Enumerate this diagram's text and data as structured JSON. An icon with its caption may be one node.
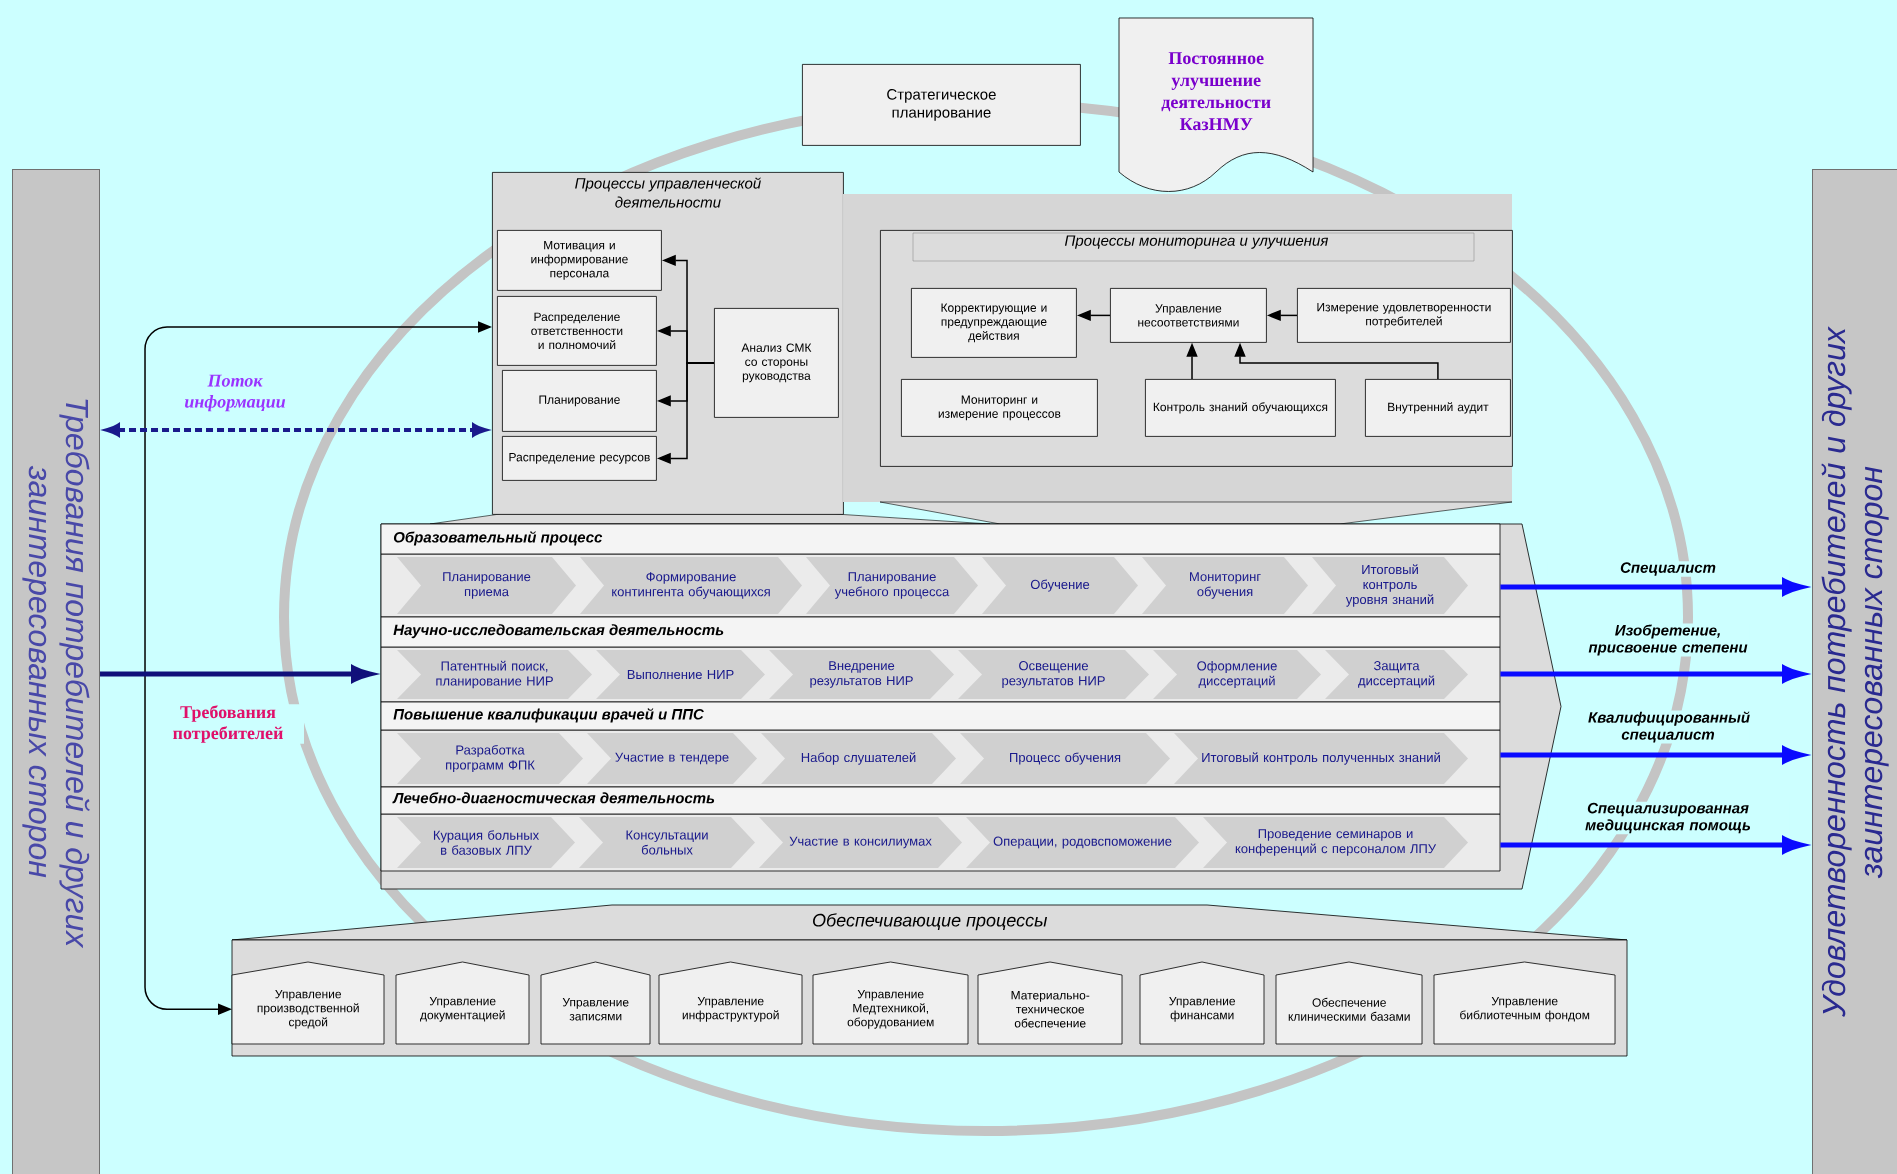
{
  "diagram": {
    "nodes": [
      {
        "text": [
          "Требования потребителей и других заинтересованных сторон"
        ]
      },
      {
        "text": [
          "Стратегическое планирование"
        ]
      },
      {
        "text": [
          "Постоянное улучшение деятельности КазНМУ"
        ]
      },
      {
        "text": [
          "Процессы управленческой деятельности"
        ]
      },
      {
        "text": [
          "Мотивация и информирование персонала"
        ],
        "in": 3
      },
      {
        "text": [
          "Распределение ответственности и полномочий"
        ],
        "in": 3
      },
      {
        "text": [
          "Планирование"
        ],
        "in": 3
      },
      {
        "text": [
          "Распределение ресурсов"
        ],
        "in": 3
      },
      {
        "text": [
          "Анализ СМК со стороны руководства"
        ],
        "in": 3
      },
      {
        "text": [
          "Процессы мониторинга и улучшения"
        ]
      },
      {
        "text": [
          "Корректирующие и предупреждающие действия"
        ],
        "in": 9
      },
      {
        "text": [
          "Управление несоответствиями"
        ],
        "in": 9
      },
      {
        "text": [
          "Измерение удовлетворенности потребителей"
        ],
        "in": 9
      },
      {
        "text": [
          "Мониторинг и измерение процессов"
        ],
        "in": 9
      },
      {
        "text": [
          "Контроль знаний обучающихся"
        ],
        "in": 9
      },
      {
        "text": [
          "Внутренний аудит"
        ],
        "in": 9
      },
      {
        "text": [],
        "shape": "box"
      },
      {
        "text": [
          "Образовательный процесс"
        ],
        "in": 16
      },
      {
        "text": [
          "Планирование приема"
        ],
        "in": 17
      },
      {
        "text": [
          "Формирование контингента обучающихся"
        ],
        "in": 17
      },
      {
        "text": [
          "Планирование учебного процесса"
        ],
        "in": 17
      },
      {
        "text": [
          "Обучение"
        ],
        "in": 17
      },
      {
        "text": [
          "Мониторинг обучения"
        ],
        "in": 17
      },
      {
        "text": [
          "Итоговый контроль уровня знаний"
        ],
        "in": 17
      },
      {
        "text": [
          "Научно-исследовательская деятельность"
        ],
        "in": 16
      },
      {
        "text": [
          "Патентный поиск, планирование НИР"
        ],
        "in": 24
      },
      {
        "text": [
          "Выполнение НИР"
        ],
        "in": 24
      },
      {
        "text": [
          "Внедрение результатов НИР"
        ],
        "in": 24
      },
      {
        "text": [
          "Освещение результатов НИР"
        ],
        "in": 24
      },
      {
        "text": [
          "Оформление диссертаций"
        ],
        "in": 24
      },
      {
        "text": [
          "Защита диссертаций"
        ],
        "in": 24
      },
      {
        "text": [
          "Повышение квалификации врачей и ППС"
        ],
        "in": 16
      },
      {
        "text": [
          "Разработка программ ФПК"
        ],
        "in": 31
      },
      {
        "text": [
          "Участие в тендере"
        ],
        "in": 31
      },
      {
        "text": [
          "Набор слушателей"
        ],
        "in": 31
      },
      {
        "text": [
          "Процесс обучения"
        ],
        "in": 31
      },
      {
        "text": [
          "Итоговый контроль полученных знаний"
        ],
        "in": 31
      },
      {
        "text": [
          "Лечебно-диагностическая деятельность"
        ],
        "in": 16
      },
      {
        "text": [
          "Курация больных в базовых ЛПУ"
        ],
        "in": 37
      },
      {
        "text": [
          "Консультации больных"
        ],
        "in": 37
      },
      {
        "text": [
          "Участие в консилиумах"
        ],
        "in": 37
      },
      {
        "text": [
          "Операции, родовспоможение"
        ],
        "in": 37
      },
      {
        "text": [
          "Проведение семинаров и конференций с персоналом ЛПУ"
        ],
        "in": 37
      },
      {
        "text": [
          "Обеспечивающие процессы"
        ]
      },
      {
        "text": [
          "Управление производственной средой"
        ],
        "in": 43
      },
      {
        "text": [
          "Управление документацией"
        ],
        "in": 43
      },
      {
        "text": [
          "Управление записями"
        ],
        "in": 43
      },
      {
        "text": [
          "Управление инфраструктурой"
        ],
        "in": 43
      },
      {
        "text": [
          "Управление Медтехникой, оборудованием"
        ],
        "in": 43
      },
      {
        "text": [
          "Материально-техническое обеспечение"
        ],
        "in": 43
      },
      {
        "text": [
          "Управление финансами"
        ],
        "in": 43
      },
      {
        "text": [
          "Обеспечение клиническими базами"
        ],
        "in": 43
      },
      {
        "text": [
          "Управление библиотечным фондом"
        ],
        "in": 43
      },
      {
        "text": [
          "Удовлетворенность потребителей и других заинтересованных сторон"
        ]
      }
    ],
    "edges": [
      {
        "from": 3,
        "to": 44,
        "arrow": "both"
      },
      {
        "from": 0,
        "to": 3,
        "arrow": "both",
        "label": "Поток информации",
        "style": "dashed",
        "color": "#1a1a8c"
      },
      {
        "from": 0,
        "to": 16,
        "arrow": "to",
        "label": "Требования потребителей",
        "style": "thick",
        "color": "#10107a"
      },
      {
        "from": 8,
        "to": 4,
        "arrow": "to"
      },
      {
        "from": 8,
        "to": 5,
        "arrow": "to"
      },
      {
        "from": 8,
        "to": 6,
        "arrow": "to"
      },
      {
        "from": 8,
        "to": 7,
        "arrow": "to"
      },
      {
        "from": 11,
        "to": 10,
        "arrow": "to"
      },
      {
        "from": 12,
        "to": 11,
        "arrow": "to"
      },
      {
        "from": 14,
        "to": 11,
        "arrow": "to"
      },
      {
        "from": 15,
        "to": 11,
        "arrow": "to"
      },
      {
        "from": 17,
        "to": 53,
        "arrow": "to",
        "label": "Специалист",
        "style": "thick",
        "color": "#0a0aff"
      },
      {
        "from": 24,
        "to": 53,
        "arrow": "to",
        "label": "Изобретение, присвоение степени",
        "style": "thick",
        "color": "#0a0aff"
      },
      {
        "from": 31,
        "to": 53,
        "arrow": "to",
        "label": "Квалифицированный специалист",
        "style": "thick",
        "color": "#0a0aff"
      },
      {
        "from": 37,
        "to": 53,
        "arrow": "to",
        "label": "Специализированная медицинская помощь",
        "style": "thick",
        "color": "#0a0aff"
      }
    ]
  }
}
